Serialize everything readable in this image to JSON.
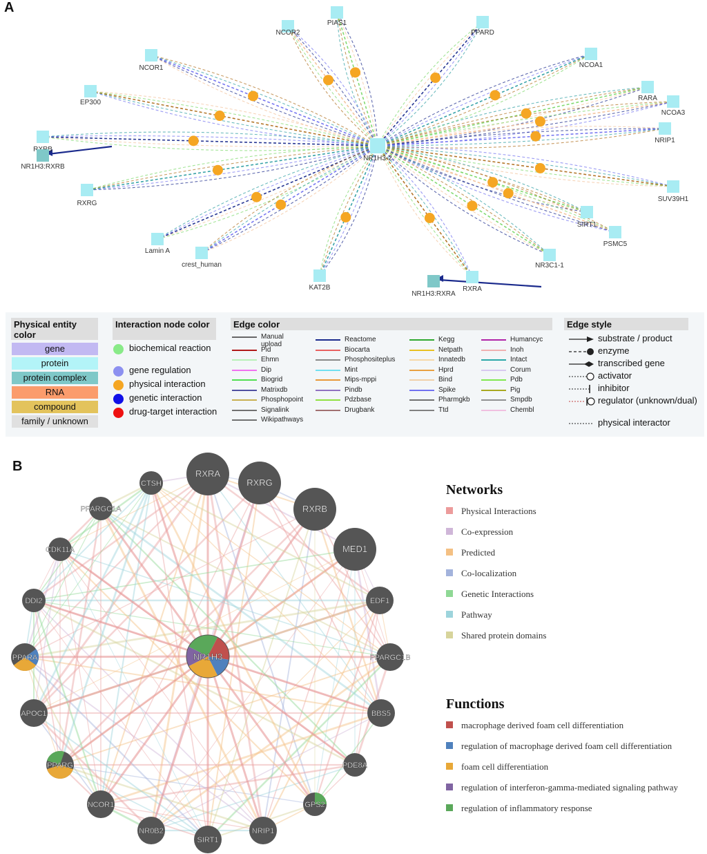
{
  "panel_a": {
    "letter": "A",
    "nodes": [
      {
        "id": "NR1H3-2",
        "label": "NR1H3-2",
        "shape": "square",
        "color": "#a8ecf3",
        "center": true
      },
      {
        "id": "PIAS1",
        "label": "PIAS1",
        "shape": "square",
        "color": "#a8ecf3"
      },
      {
        "id": "NCOR2",
        "label": "NCOR2",
        "shape": "square",
        "color": "#a8ecf3"
      },
      {
        "id": "PPARD",
        "label": "PPARD",
        "shape": "square",
        "color": "#a8ecf3"
      },
      {
        "id": "NCOR1",
        "label": "NCOR1",
        "shape": "square",
        "color": "#a8ecf3"
      },
      {
        "id": "NCOA1",
        "label": "NCOA1",
        "shape": "square",
        "color": "#a8ecf3"
      },
      {
        "id": "EP300",
        "label": "EP300",
        "shape": "square",
        "color": "#a8ecf3"
      },
      {
        "id": "RARA",
        "label": "RARA",
        "shape": "square",
        "color": "#a8ecf3"
      },
      {
        "id": "NCOA3",
        "label": "NCOA3",
        "shape": "square",
        "color": "#a8ecf3"
      },
      {
        "id": "RXRB",
        "label": "RXRB",
        "shape": "square",
        "color": "#a8ecf3"
      },
      {
        "id": "NR1H3:RXRB",
        "label": "NR1H3:RXRB",
        "shape": "square",
        "color": "#7fc8c8"
      },
      {
        "id": "NRIP1",
        "label": "NRIP1",
        "shape": "square",
        "color": "#a8ecf3"
      },
      {
        "id": "RXRG",
        "label": "RXRG",
        "shape": "square",
        "color": "#a8ecf3"
      },
      {
        "id": "SUV39H1",
        "label": "SUV39H1",
        "shape": "square",
        "color": "#a8ecf3"
      },
      {
        "id": "SIRT1",
        "label": "SIRT1",
        "shape": "square",
        "color": "#a8ecf3"
      },
      {
        "id": "PSMC5",
        "label": "PSMC5",
        "shape": "square",
        "color": "#a8ecf3"
      },
      {
        "id": "Lamin A",
        "label": "Lamin A",
        "shape": "square",
        "color": "#a8ecf3"
      },
      {
        "id": "crest_human",
        "label": "crest_human",
        "shape": "square",
        "color": "#a8ecf3"
      },
      {
        "id": "KAT2B",
        "label": "KAT2B",
        "shape": "square",
        "color": "#a8ecf3"
      },
      {
        "id": "NR1H3:RXRA",
        "label": "NR1H3:RXRA",
        "shape": "square",
        "color": "#7fc8c8"
      },
      {
        "id": "RXRA",
        "label": "RXRA",
        "shape": "square",
        "color": "#a8ecf3"
      },
      {
        "id": "NR3C1-1",
        "label": "NR3C1-1",
        "shape": "square",
        "color": "#a8ecf3"
      }
    ],
    "edges": [
      {
        "from": "NR1H3-2",
        "to": "PIAS1"
      },
      {
        "from": "NR1H3-2",
        "to": "NCOR2"
      },
      {
        "from": "NR1H3-2",
        "to": "PPARD"
      },
      {
        "from": "NR1H3-2",
        "to": "NCOR1"
      },
      {
        "from": "NR1H3-2",
        "to": "NCOA1"
      },
      {
        "from": "NR1H3-2",
        "to": "EP300"
      },
      {
        "from": "NR1H3-2",
        "to": "RARA"
      },
      {
        "from": "NR1H3-2",
        "to": "NCOA3"
      },
      {
        "from": "NR1H3-2",
        "to": "RXRB"
      },
      {
        "from": "NR1H3-2",
        "to": "NRIP1"
      },
      {
        "from": "NR1H3-2",
        "to": "RXRG"
      },
      {
        "from": "NR1H3-2",
        "to": "SUV39H1"
      },
      {
        "from": "NR1H3-2",
        "to": "SIRT1"
      },
      {
        "from": "NR1H3-2",
        "to": "PSMC5"
      },
      {
        "from": "NR1H3-2",
        "to": "Lamin A"
      },
      {
        "from": "NR1H3-2",
        "to": "crest_human"
      },
      {
        "from": "NR1H3-2",
        "to": "KAT2B"
      },
      {
        "from": "NR1H3-2",
        "to": "RXRA"
      },
      {
        "from": "NR1H3-2",
        "to": "NR3C1-1"
      }
    ],
    "complex_edges": [
      {
        "from": "RXRB",
        "to": "NR1H3:RXRB"
      },
      {
        "from": "RXRA",
        "to": "NR1H3:RXRA"
      }
    ]
  },
  "legend_a": {
    "physical_entity": {
      "title": "Physical entity color",
      "items": [
        {
          "label": "gene",
          "color": "#c2b9f2"
        },
        {
          "label": "protein",
          "color": "#b3f4f8"
        },
        {
          "label": "protein complex",
          "color": "#7fc8c8"
        },
        {
          "label": "RNA",
          "color": "#fb9c6c"
        },
        {
          "label": "compound",
          "color": "#e3c35c"
        },
        {
          "label": "family / unknown",
          "color": "#e0e0e0"
        }
      ]
    },
    "interaction_node": {
      "title": "Interaction node color",
      "items": [
        {
          "label": "biochemical reaction",
          "color": "#88ea88"
        },
        {
          "label": "gene regulation",
          "color": "#8c90f0"
        },
        {
          "label": "physical interaction",
          "color": "#f5a623"
        },
        {
          "label": "genetic interaction",
          "color": "#1010e8"
        },
        {
          "label": "drug-target interaction",
          "color": "#ee1111"
        }
      ]
    },
    "edge_color": {
      "title": "Edge color",
      "items": [
        {
          "label": "Manual upload",
          "color": "#666666"
        },
        {
          "label": "Reactome",
          "color": "#1a2a8c"
        },
        {
          "label": "Kegg",
          "color": "#2ea82e"
        },
        {
          "label": "Humancyc",
          "color": "#b023a8"
        },
        {
          "label": "Pid",
          "color": "#b01818"
        },
        {
          "label": "Biocarta",
          "color": "#e86060"
        },
        {
          "label": "Netpath",
          "color": "#e8c020"
        },
        {
          "label": "Inoh",
          "color": "#f0b0b0"
        },
        {
          "label": "Ehmn",
          "color": "#b8f0b8"
        },
        {
          "label": "Phosphositeplus",
          "color": "#888888"
        },
        {
          "label": "Innatedb",
          "color": "#f6d8a8"
        },
        {
          "label": "Intact",
          "color": "#2aa8a8"
        },
        {
          "label": "Dip",
          "color": "#f070f0"
        },
        {
          "label": "Mint",
          "color": "#70e0f0"
        },
        {
          "label": "Hprd",
          "color": "#e8a040"
        },
        {
          "label": "Corum",
          "color": "#d8c8f0"
        },
        {
          "label": "Biogrid",
          "color": "#50e050"
        },
        {
          "label": "Mips-mppi",
          "color": "#e89838"
        },
        {
          "label": "Bind",
          "color": "#f0d0a8"
        },
        {
          "label": "Pdb",
          "color": "#80e850"
        },
        {
          "label": "Matrixdb",
          "color": "#5050a0"
        },
        {
          "label": "Pindb",
          "color": "#9070c0"
        },
        {
          "label": "Spike",
          "color": "#7070f0"
        },
        {
          "label": "Pig",
          "color": "#a8a820"
        },
        {
          "label": "Phosphopoint",
          "color": "#c8b050"
        },
        {
          "label": "Pdzbase",
          "color": "#90e040"
        },
        {
          "label": "Pharmgkb",
          "color": "#707070"
        },
        {
          "label": "Smpdb",
          "color": "#909090"
        },
        {
          "label": "Signalink",
          "color": "#707070"
        },
        {
          "label": "Drugbank",
          "color": "#a07070"
        },
        {
          "label": "Ttd",
          "color": "#808080"
        },
        {
          "label": "Chembl",
          "color": "#f0c0e0"
        },
        {
          "label": "Wikipathways",
          "color": "#707070"
        }
      ]
    },
    "edge_style": {
      "title": "Edge style",
      "items": [
        {
          "label": "substrate / product",
          "glyph": "arrow"
        },
        {
          "label": "enzyme",
          "glyph": "enzyme"
        },
        {
          "label": "transcribed gene",
          "glyph": "transcribed"
        },
        {
          "label": "activator",
          "glyph": "activator"
        },
        {
          "label": "inhibitor",
          "glyph": "inhibitor"
        },
        {
          "label": "regulator (unknown/dual)",
          "glyph": "regulator"
        },
        {
          "label": "physical interactor",
          "glyph": "physical"
        }
      ]
    }
  },
  "panel_b": {
    "letter": "B",
    "center": {
      "label": "NR1H3"
    },
    "nodes": [
      {
        "label": "RXRA",
        "size": "large"
      },
      {
        "label": "RXRG",
        "size": "large"
      },
      {
        "label": "RXRB",
        "size": "large"
      },
      {
        "label": "MED1",
        "size": "large"
      },
      {
        "label": "EDF1",
        "size": "medium"
      },
      {
        "label": "PPARGC1B",
        "size": "medium"
      },
      {
        "label": "BBS5",
        "size": "medium"
      },
      {
        "label": "PDE8A",
        "size": "small"
      },
      {
        "label": "GPS2",
        "size": "small"
      },
      {
        "label": "NRIP1",
        "size": "medium"
      },
      {
        "label": "SIRT1",
        "size": "medium"
      },
      {
        "label": "NR0B2",
        "size": "medium"
      },
      {
        "label": "NCOR1",
        "size": "medium"
      },
      {
        "label": "PPARG",
        "size": "medium"
      },
      {
        "label": "APOC1",
        "size": "medium"
      },
      {
        "label": "PPARA",
        "size": "medium"
      },
      {
        "label": "DDI2",
        "size": "small"
      },
      {
        "label": "CDK11A",
        "size": "small"
      },
      {
        "label": "PPARGC1A",
        "size": "small"
      },
      {
        "label": "CTSH",
        "size": "small"
      }
    ],
    "networks": {
      "title": "Networks",
      "items": [
        {
          "label": "Physical Interactions",
          "color": "#ec9b9b"
        },
        {
          "label": "Co-expression",
          "color": "#cfb6d8"
        },
        {
          "label": "Predicted",
          "color": "#f4c083"
        },
        {
          "label": "Co-localization",
          "color": "#a3b3dc"
        },
        {
          "label": "Genetic Interactions",
          "color": "#8fd895"
        },
        {
          "label": "Pathway",
          "color": "#9dd4dc"
        },
        {
          "label": "Shared protein domains",
          "color": "#d7d49b"
        }
      ]
    },
    "functions": {
      "title": "Functions",
      "items": [
        {
          "label": "macrophage derived foam cell differentiation",
          "color": "#c0504d"
        },
        {
          "label": "regulation of macrophage derived foam cell differentiation",
          "color": "#4f81bd"
        },
        {
          "label": "foam cell differentiation",
          "color": "#e8a838"
        },
        {
          "label": "regulation of interferon-gamma-mediated signaling pathway",
          "color": "#8064a2"
        },
        {
          "label": "regulation of inflammatory response",
          "color": "#5aa85a"
        }
      ]
    }
  }
}
